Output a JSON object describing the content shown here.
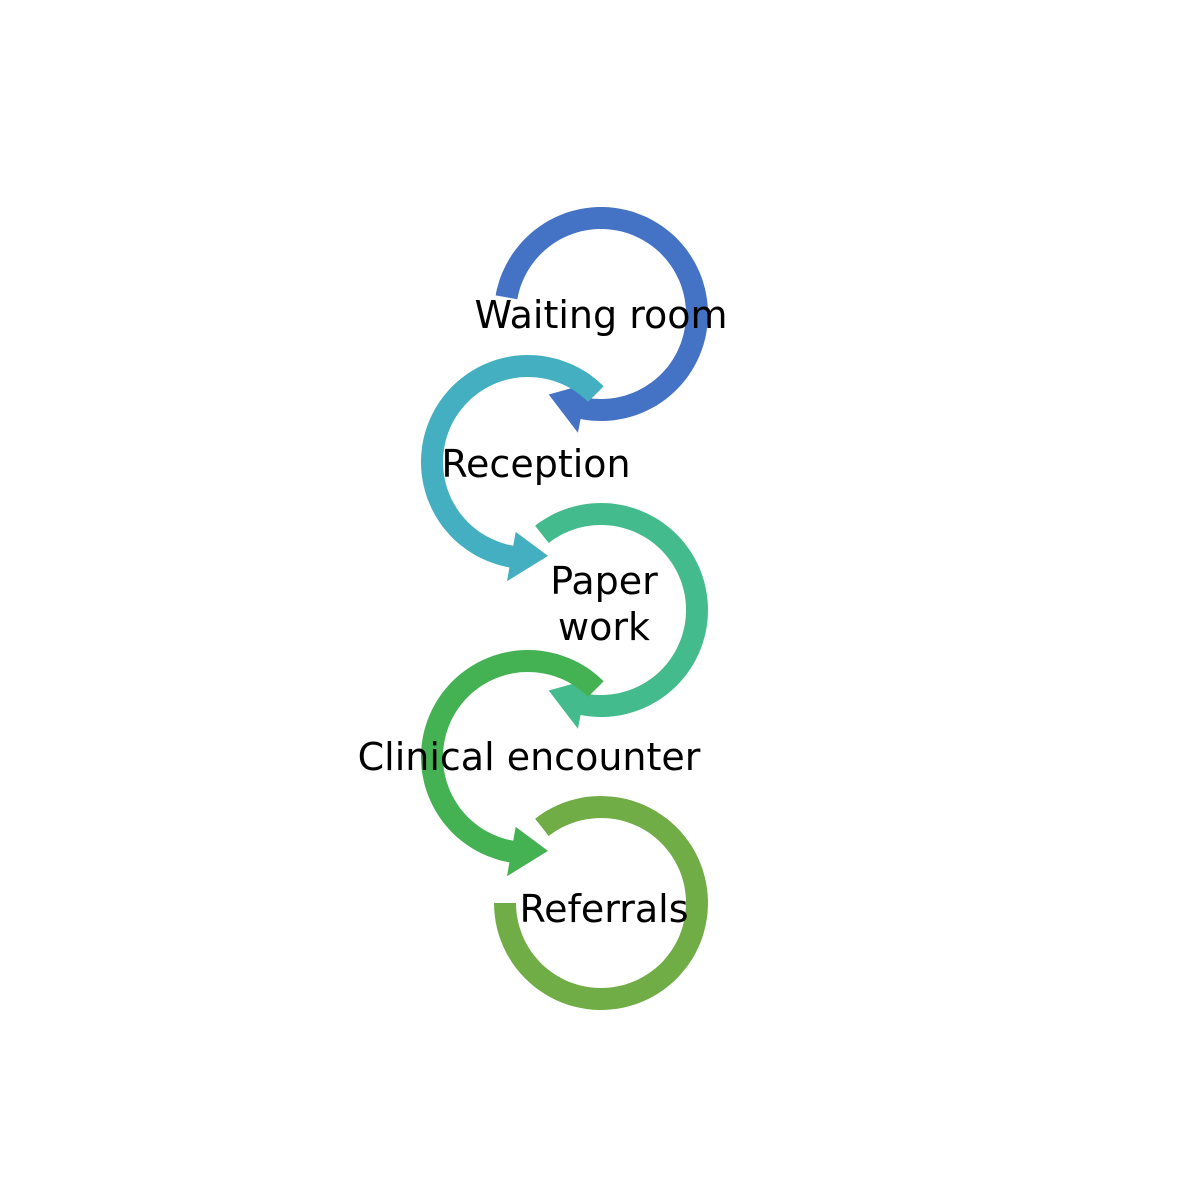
{
  "diagram": {
    "type": "cyclic-process-flow",
    "steps": [
      {
        "id": "waiting-room",
        "label_lines": [
          "Waiting room"
        ],
        "color": "#4472C4"
      },
      {
        "id": "reception",
        "label_lines": [
          "Reception"
        ],
        "color": "#43AFC1"
      },
      {
        "id": "paper-work",
        "label_lines": [
          "Paper",
          "work"
        ],
        "color": "#44BB8C"
      },
      {
        "id": "clinical-encounter",
        "label_lines": [
          "Clinical encounter"
        ],
        "color": "#44B153"
      },
      {
        "id": "referrals",
        "label_lines": [
          "Referrals"
        ],
        "color": "#71AD47"
      }
    ],
    "connections": [
      {
        "from": "waiting-room",
        "to": "reception"
      },
      {
        "from": "reception",
        "to": "paper-work"
      },
      {
        "from": "paper-work",
        "to": "clinical-encounter"
      },
      {
        "from": "clinical-encounter",
        "to": "referrals"
      }
    ]
  }
}
